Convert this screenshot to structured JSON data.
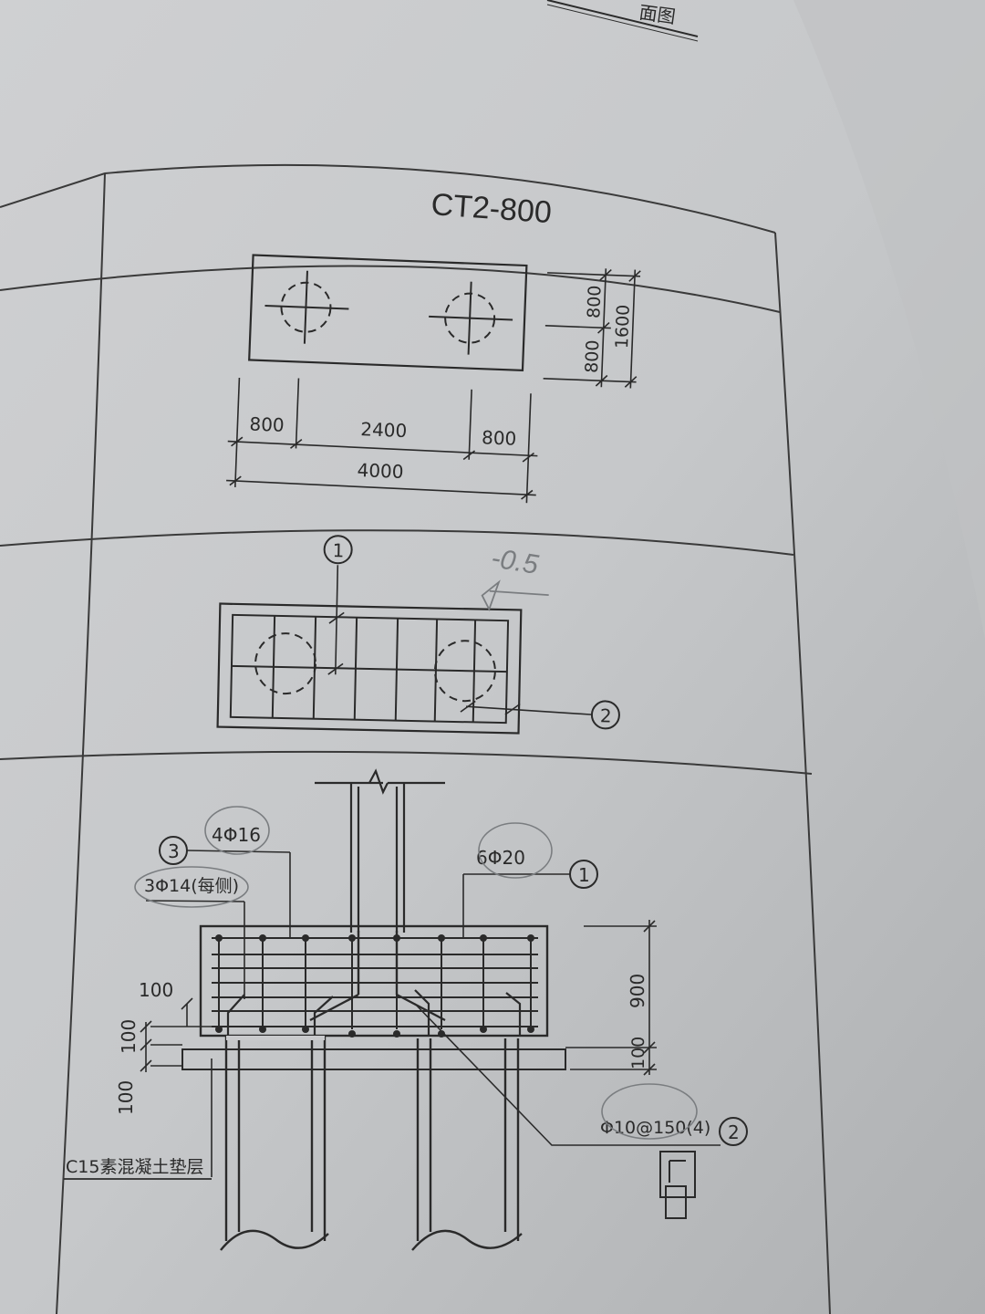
{
  "drawing": {
    "header_fragment": "面图",
    "pile_cap_name": "CT2-800",
    "plan": {
      "dims_bottom": [
        "800",
        "2400",
        "800"
      ],
      "dim_total": "4000",
      "dims_right": [
        "800",
        "800"
      ],
      "dim_right_total": "1600"
    },
    "reinforcement_plan": {
      "marker_1": "1",
      "marker_2": "2",
      "handwritten_note": "-0.5"
    },
    "section": {
      "marker_3": "3",
      "marker_1": "1",
      "marker_2": "2",
      "bar_3_label": "4Φ16",
      "bar_side_label": "3Φ14(每侧)",
      "bar_1_label": "6Φ20",
      "stirrup_label": "Φ10@150(4)",
      "dim_left_100_a": "100",
      "dim_left_100_b": "100",
      "dim_left_100_c": "100",
      "dim_right_900": "900",
      "dim_right_100": "100",
      "cushion_label": "C15素混凝土垫层"
    }
  }
}
